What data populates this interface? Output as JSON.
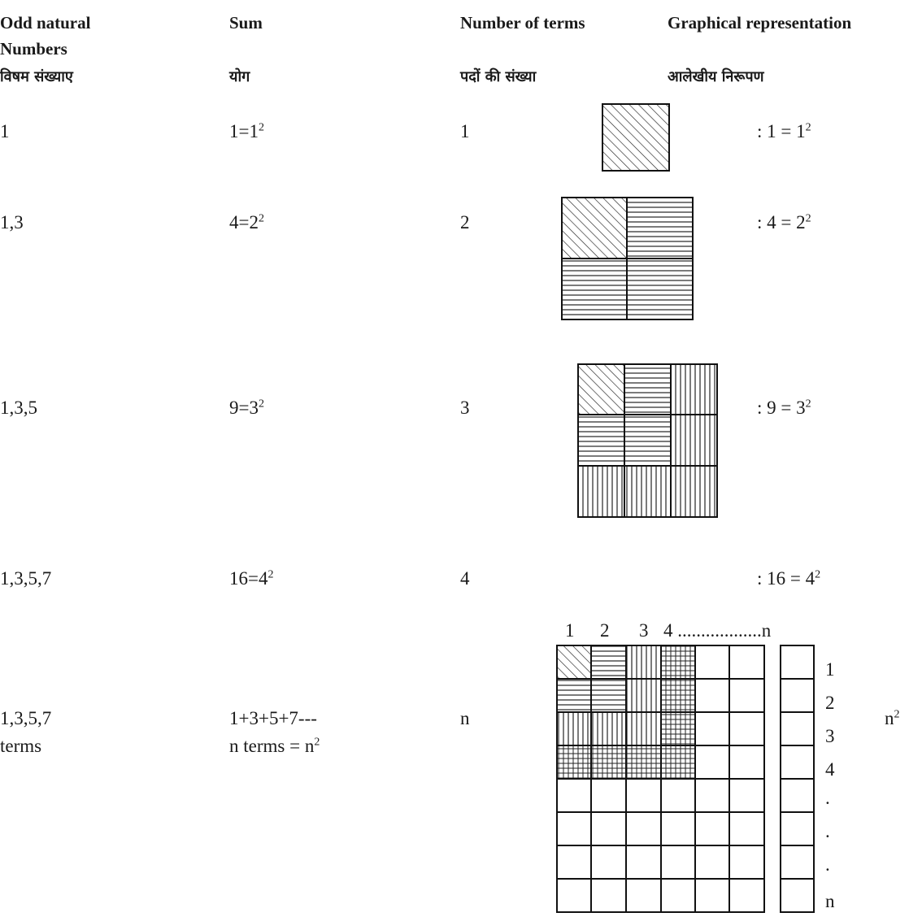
{
  "headers": {
    "col1": {
      "en_line1": "Odd natural",
      "en_line2": "Numbers",
      "hi": "विषम संख्याए"
    },
    "col2": {
      "en": "Sum",
      "hi": "योग"
    },
    "col3": {
      "en": "Number of terms",
      "hi": "पदों की संख्या"
    },
    "col4": {
      "en": "Graphical representation",
      "hi": "आलेखीय निरूपण"
    }
  },
  "rows": [
    {
      "odd": "1",
      "sum_base": "1=1",
      "sum_exp": "2",
      "terms": "1",
      "result_base": ": 1 = 1",
      "result_exp": "2"
    },
    {
      "odd": "1,3",
      "sum_base": "4=2",
      "sum_exp": "2",
      "terms": "2",
      "result_base": ": 4 = 2",
      "result_exp": "2"
    },
    {
      "odd": "1,3,5",
      "sum_base": "9=3",
      "sum_exp": "2",
      "terms": "3",
      "result_base": ": 9 = 3",
      "result_exp": "2"
    },
    {
      "odd": "1,3,5,7",
      "sum_base": "16=4",
      "sum_exp": "2",
      "terms": "4",
      "result_base": ": 16 = 4",
      "result_exp": "2"
    }
  ],
  "general": {
    "odd_line1": "1,3,5,7",
    "odd_line2": "terms",
    "sum_line1": "1+3+5+7---",
    "sum_line2_base": "n terms = n",
    "sum_line2_exp": "2",
    "terms": "n",
    "result_base": "n",
    "result_exp": "2",
    "col_labels": [
      "1",
      "2",
      "3",
      "4 ..................n"
    ],
    "row_labels": [
      "1",
      "2",
      "3",
      "4",
      ".",
      ".",
      ".",
      "n"
    ]
  }
}
